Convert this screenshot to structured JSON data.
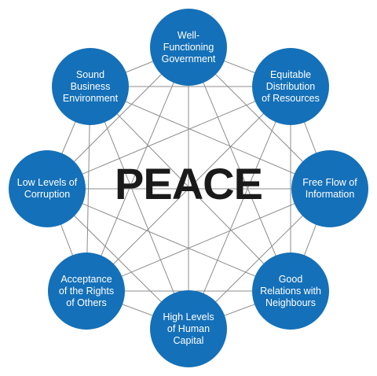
{
  "center": {
    "title": "PEACE"
  },
  "nodes": [
    {
      "id": "well-functioning-government",
      "label": "Well-\nFunctioning\nGovernment"
    },
    {
      "id": "equitable-distribution",
      "label": "Equitable\nDistribution\nof Resources"
    },
    {
      "id": "free-flow-information",
      "label": "Free Flow of\nInformation"
    },
    {
      "id": "good-relations",
      "label": "Good\nRelations with\nNeighbours"
    },
    {
      "id": "human-capital",
      "label": "High Levels\nof Human\nCapital"
    },
    {
      "id": "acceptance-rights",
      "label": "Acceptance\nof the Rights\nof Others"
    },
    {
      "id": "low-corruption",
      "label": "Low Levels of\nCorruption"
    },
    {
      "id": "sound-business",
      "label": "Sound\nBusiness\nEnvironment"
    }
  ],
  "colors": {
    "node_fill": "#1470b8",
    "node_text": "#ffffff",
    "lines": "#8c8c8c",
    "title": "#1a1a1a"
  }
}
